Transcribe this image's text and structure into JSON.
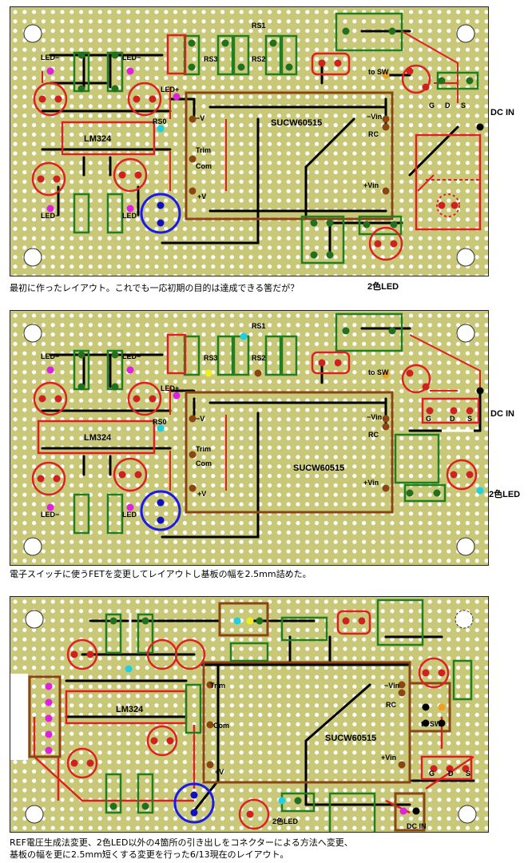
{
  "panels": [
    {
      "labels": {
        "rs1": "RS1",
        "rs2": "RS2",
        "rs3": "RS3",
        "led_ul": "LED−",
        "led_ur": "LED−",
        "led_plus": "LED+",
        "rs0": "RS0",
        "lm324": "LM324",
        "sucw": "SUCW60515",
        "minus_v": "−V",
        "trim": "Trim",
        "com": "Com",
        "plus_v": "+V",
        "minus_vin": "−Vin",
        "rc": "RC",
        "plus_vin": "+Vin",
        "led_ll": "LED−",
        "led_lr": "LED",
        "to_sw": "to SW",
        "g": "G",
        "d": "D",
        "s": "S"
      },
      "side_dc_in": "DC IN",
      "bottom_label": "2色LED",
      "caption": "最初に作ったレイアウト。これでも一応初期の目的は達成できる筈だが？"
    },
    {
      "labels": {
        "rs1": "RS1",
        "rs2": "RS2",
        "rs3": "RS3",
        "led_ul": "LED−",
        "led_ur": "LED−",
        "led_plus": "LED+",
        "rs0": "RS0",
        "lm324": "LM324",
        "sucw": "SUCW60515",
        "minus_v": "−V",
        "trim": "Trim",
        "com": "Com",
        "plus_v": "+V",
        "minus_vin": "−Vin",
        "rc": "RC",
        "plus_vin": "+Vin",
        "led_ll": "LED−",
        "led_lr": "LED",
        "to_sw": "to SW",
        "g": "G",
        "d": "D",
        "s": "S"
      },
      "side_dc_in": "DC IN",
      "side_2led": "2色LED",
      "caption": "電子スイッチに使うFETを変更してレイアウトし基板の幅を2.5mm詰めた。"
    },
    {
      "labels": {
        "lm324": "LM324",
        "sucw": "SUCW60515",
        "trim": "Trim",
        "com": "Com",
        "plus_v": "+V",
        "minus_vin": "−Vin",
        "rc": "RC",
        "plus_vin": "+Vin",
        "to_sw": "to SW",
        "g": "G",
        "d": "D",
        "s": "S",
        "led2": "2色LED",
        "dc_in": "DC IN"
      },
      "caption_line1": "REF電圧生成法変更、2色LED以外の4箇所の引き出しをコネクターによる方法へ変更、",
      "caption_line2": "基板の幅を更に2.5mm短くする変更を行った6/13現在のレイアウト。"
    }
  ],
  "colors": {
    "board": "#c8c878",
    "hole": "#ffffff",
    "trace_black": "#000000",
    "trace_red": "#e02020",
    "outline_green": "#208020",
    "outline_brown": "#8b4513",
    "outline_blue": "#1a1aee",
    "pad_red": "#d02020",
    "pad_green": "#207020",
    "pad_magenta": "#e020e0",
    "pad_cyan": "#20d0e0",
    "pad_orange": "#f0a020",
    "pad_brown": "#8b4513",
    "pad_blue": "#1010c0",
    "pad_yellow": "#f0f020"
  }
}
